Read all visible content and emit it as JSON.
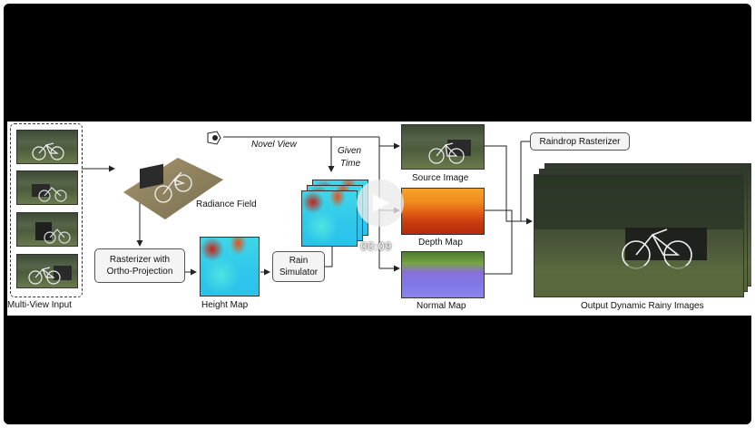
{
  "player": {
    "time": "00:09",
    "play_icon": "play-icon"
  },
  "diagram": {
    "input_label": "Multi-View Input",
    "radiance_field_label": "Radiance Field",
    "novel_view_label": "Novel View",
    "given_time_line1": "Given",
    "given_time_line2": "Time",
    "rasterizer_line1": "Rasterizer with",
    "rasterizer_line2": "Ortho-Projection",
    "height_map_label": "Height Map",
    "rain_sim_line1": "Rain",
    "rain_sim_line2": "Simulator",
    "source_image_label": "Source Image",
    "depth_map_label": "Depth Map",
    "normal_map_label": "Normal Map",
    "raindrop_rasterizer_label": "Raindrop Rasterizer",
    "output_label": "Output Dynamic Rainy Images",
    "camera_icon": "camera-icon"
  },
  "colors": {
    "letterbox": "#000000",
    "figure_bg": "#ffffff",
    "play_button": "#ebebeb"
  }
}
